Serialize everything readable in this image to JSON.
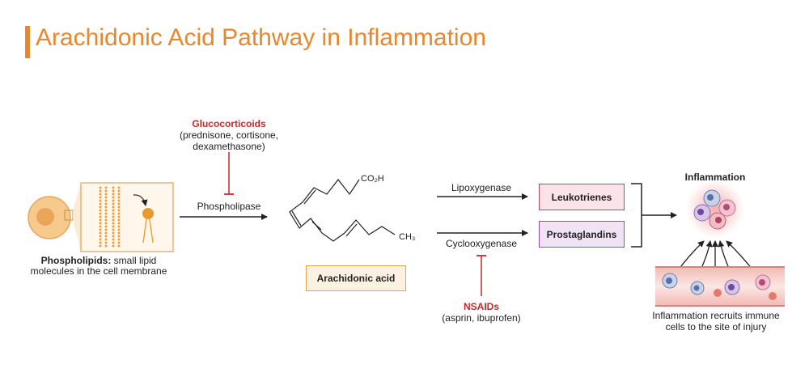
{
  "title": "Arachidonic Acid Pathway in Inflammation",
  "glucocorticoids": {
    "name": "Glucocorticoids",
    "line1": "(prednisone, cortisone,",
    "line2": "dexamethasone)"
  },
  "phospholipase": "Phospholipase",
  "phospholipids": {
    "bold": "Phospholipids:",
    "rest": " small lipid",
    "line2": "molecules in the cell membrane"
  },
  "molecule": {
    "acid_group": "CO₂H",
    "methyl_group": "CH₃"
  },
  "arachidonic_acid": "Arachidonic acid",
  "lipoxygenase": "Lipoxygenase",
  "cyclooxygenase": "Cyclooxygenase",
  "leukotrienes": "Leukotrienes",
  "prostaglandins": "Prostaglandins",
  "nsaids": {
    "name": "NSAIDs",
    "line1": "(asprin, ibuprofen)"
  },
  "inflammation": "Inflammation",
  "caption": {
    "line1": "Inflammation recruits immune",
    "line2": "cells to the site of injury"
  },
  "colors": {
    "accent": "#e8872b",
    "inhibitor": "#c62828",
    "leukotrienes_fill": "#fbe3ea",
    "leukotrienes_border": "#c9416b",
    "prostaglandins_fill": "#f1e3f6",
    "prostaglandins_border": "#9b4fb3",
    "acid_fill": "#fdf1e2"
  }
}
